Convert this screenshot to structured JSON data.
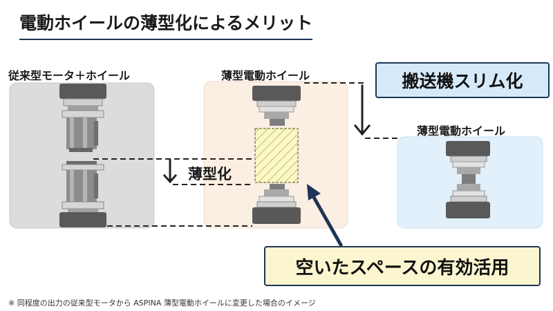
{
  "title": "電動ホイールの薄型化によるメリット",
  "panels": {
    "left_label": "従来型モータ＋ホイール",
    "center_label": "薄型電動ホイール",
    "right_label": "薄型電動ホイール"
  },
  "callouts": {
    "slim": "搬送機スリム化",
    "thin": "薄型化",
    "space": "空いたスペースの有効活用"
  },
  "footnote": "※ 同程度の出力の従来型モータから ASPINA 薄型電動ホイールに変更した場合のイメージ",
  "colors": {
    "left_panel": "#dcdcdc",
    "center_panel": "#fbeee2",
    "right_panel": "#e1f0fb",
    "accent_border": "#1d3557",
    "hatch": "#d8d68a"
  }
}
